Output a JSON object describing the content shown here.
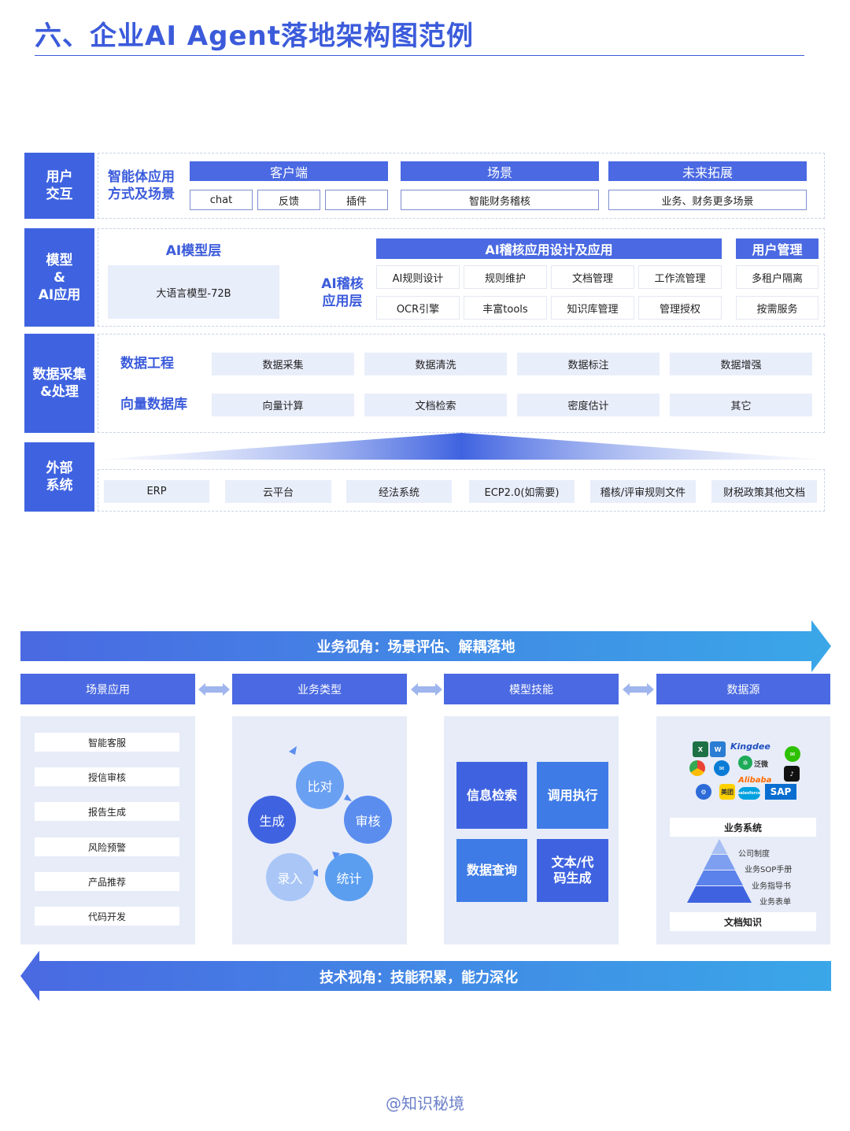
{
  "title": "六、企业AI Agent落地架构图范例",
  "arch": {
    "row1": {
      "side": "用户\n交互",
      "label": "智能体应用\n方式及场景",
      "client": {
        "header": "客户端",
        "items": [
          "chat",
          "反馈",
          "插件"
        ]
      },
      "scene": {
        "header": "场景",
        "item": "智能财务稽核"
      },
      "future": {
        "header": "未来拓展",
        "item": "业务、财务更多场景"
      }
    },
    "row2": {
      "side": "模型\n&\nAI应用",
      "model_layer": {
        "title": "AI模型层",
        "item": "大语言模型-72B"
      },
      "app_label": "AI稽核\n应用层",
      "app": {
        "header": "AI稽核应用设计及应用",
        "items": [
          "AI规则设计",
          "规则维护",
          "文档管理",
          "工作流管理",
          "OCR引擎",
          "丰富tools",
          "知识库管理",
          "管理授权"
        ]
      },
      "user_mgmt": {
        "header": "用户管理",
        "items": [
          "多租户隔离",
          "按需服务"
        ]
      }
    },
    "row3": {
      "side": "数据采集\n&处理",
      "data_eng": {
        "label": "数据工程",
        "items": [
          "数据采集",
          "数据清洗",
          "数据标注",
          "数据增强"
        ]
      },
      "vector_db": {
        "label": "向量数据库",
        "items": [
          "向量计算",
          "文档检索",
          "密度估计",
          "其它"
        ]
      }
    },
    "row4": {
      "side": "外部\n系统",
      "items": [
        "ERP",
        "云平台",
        "经法系统",
        "ECP2.0(如需要)",
        "稽核/评审规则文件",
        "财税政策其他文档"
      ]
    }
  },
  "flow": {
    "top_arrow": "业务视角：场景评估、解耦落地",
    "bottom_arrow": "技术视角：技能积累，能力深化",
    "columns": {
      "scenarios": {
        "header": "场景应用",
        "items": [
          "智能客服",
          "授信审核",
          "报告生成",
          "风险预警",
          "产品推荐",
          "代码开发"
        ]
      },
      "biz_types": {
        "header": "业务类型",
        "cycle": [
          "比对",
          "审核",
          "统计",
          "录入",
          "生成"
        ]
      },
      "skills": {
        "header": "模型技能",
        "items": [
          "信息检索",
          "调用执行",
          "数据查询",
          "文本/代\n码生成"
        ]
      },
      "data_source": {
        "header": "数据源",
        "biz_system": "业务系统",
        "doc_knowledge": "文档知识",
        "pyramid": [
          "公司制度",
          "业务SOP手册",
          "业务指导书",
          "业务表单"
        ],
        "logos": [
          "Kingdee",
          "泛微",
          "Alibaba",
          "SAP",
          "美团",
          "salesforce"
        ]
      }
    }
  },
  "footer": "@知识秘境",
  "colors": {
    "primary": "#3f63e0",
    "light": "#e9eefb",
    "accent": "#3b5bdb"
  }
}
